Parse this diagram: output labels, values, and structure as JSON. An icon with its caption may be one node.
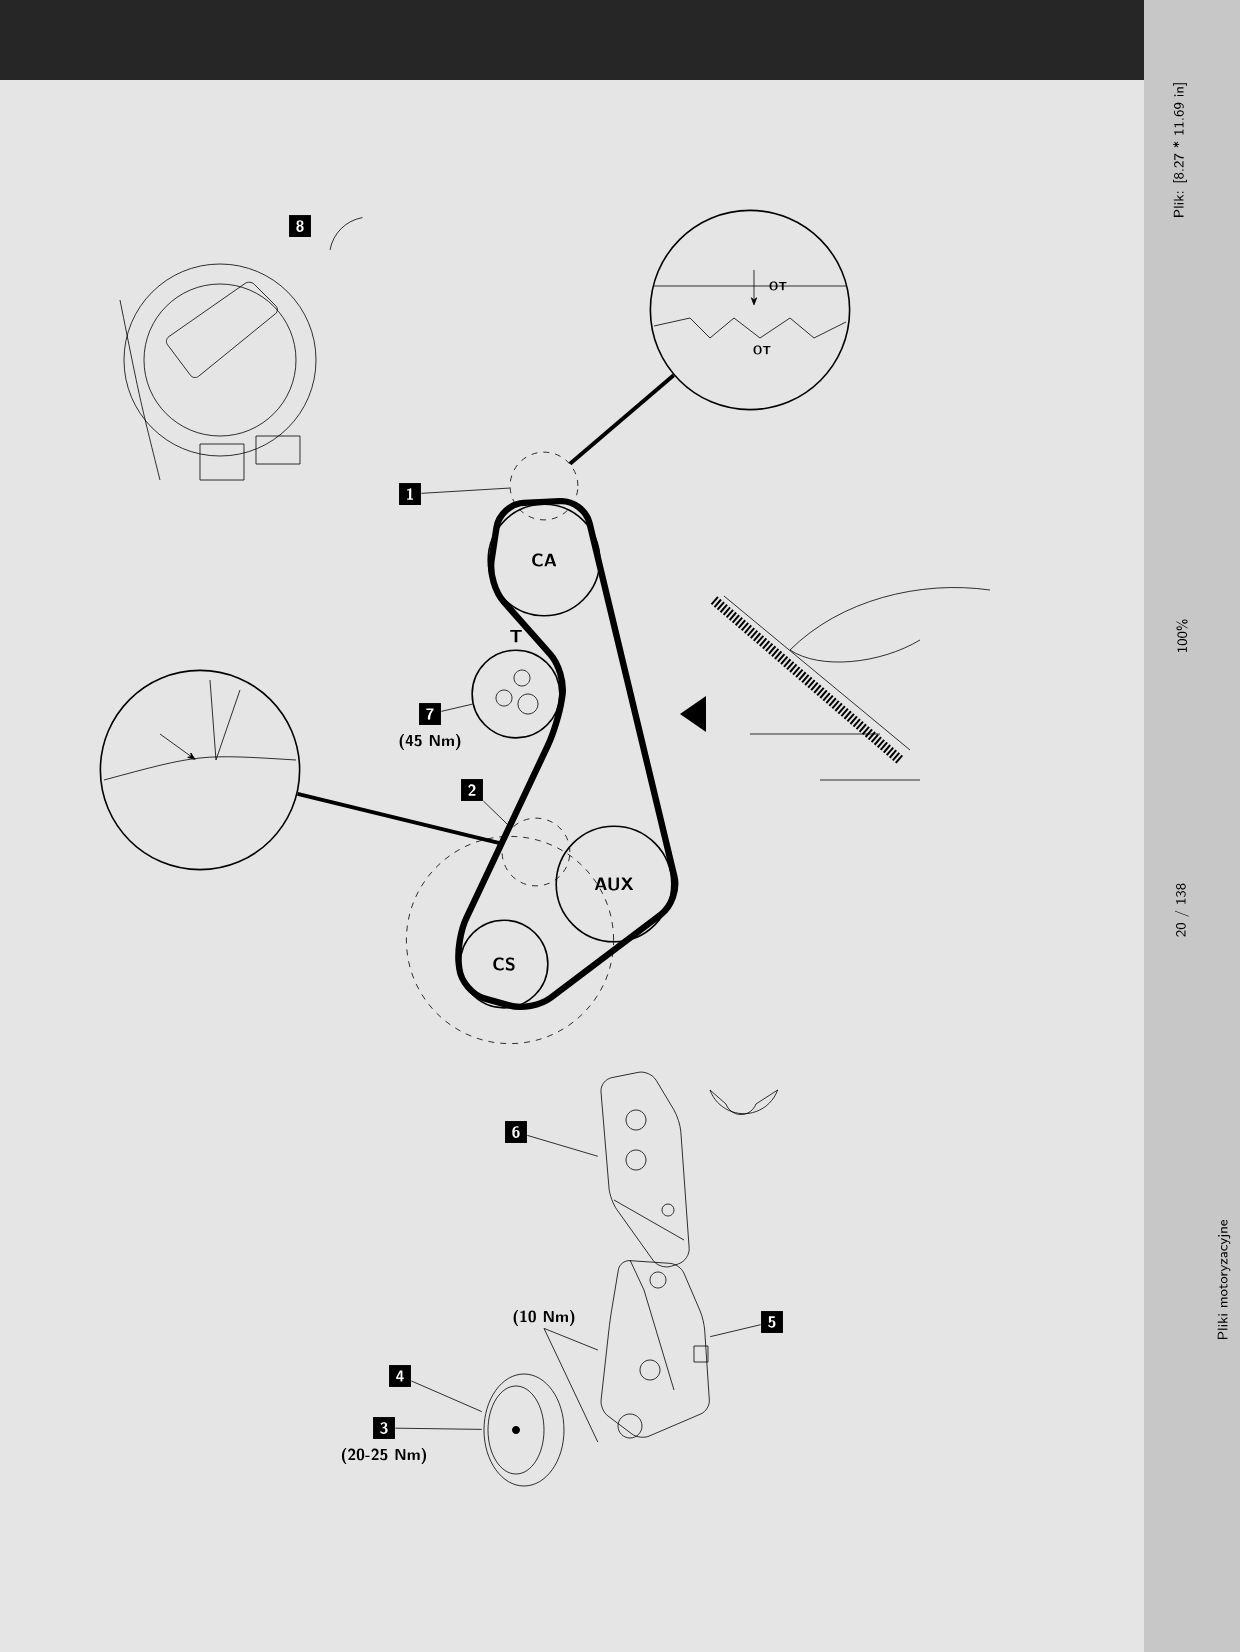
{
  "diagram": {
    "nodes": [
      {
        "text": [
          "8"
        ]
      },
      {
        "text": [
          "OT",
          "OT"
        ]
      },
      {
        "text": [
          "1"
        ]
      },
      {
        "text": [],
        "shape": "circle"
      },
      {
        "text": [
          "CA"
        ]
      },
      {
        "text": [
          "T"
        ]
      },
      {
        "text": [
          "7"
        ],
        "beside": [
          "(45 Nm)"
        ]
      },
      {
        "text": [],
        "shape": "circle"
      },
      {
        "text": [
          "2"
        ]
      },
      {
        "text": [],
        "shape": "circle"
      },
      {
        "text": [
          "AUX"
        ]
      },
      {
        "text": [
          "CS"
        ],
        "in": 20
      },
      {
        "text": [
          "6"
        ]
      },
      {
        "text": [
          "(10 Nm)"
        ]
      },
      {
        "text": [
          "5"
        ]
      },
      {
        "text": [
          "4"
        ]
      },
      {
        "text": [
          "3"
        ],
        "beside": [
          "(20-25 Nm)"
        ]
      },
      {
        "text": [],
        "shape": "picture"
      },
      {
        "text": [],
        "shape": "picture"
      },
      {
        "text": [],
        "shape": "picture"
      },
      {
        "text": [],
        "shape": "circle"
      }
    ],
    "edges": [
      {
        "from": 1,
        "to": 3,
        "arrow": "none",
        "style": "thick"
      },
      {
        "from": 2,
        "to": 3,
        "arrow": "none"
      },
      {
        "from": 6,
        "to": 5,
        "arrow": "none"
      },
      {
        "from": 7,
        "to": 9,
        "arrow": "none",
        "style": "thick"
      },
      {
        "from": 8,
        "to": 9,
        "arrow": "none"
      },
      {
        "from": 12,
        "to": 17,
        "arrow": "none"
      },
      {
        "from": 13,
        "to": 18,
        "arrow": "none"
      },
      {
        "from": 13,
        "to": 18,
        "arrow": "none"
      },
      {
        "from": 14,
        "to": 18,
        "arrow": "none"
      },
      {
        "from": 15,
        "to": 19,
        "arrow": "none"
      },
      {
        "from": 16,
        "to": 19,
        "arrow": "none"
      }
    ],
    "labels": [
      "Plik: [8.27 * 11.69 in]",
      "100%",
      "20 / 138",
      "Pliki motoryzacyjne"
    ]
  }
}
